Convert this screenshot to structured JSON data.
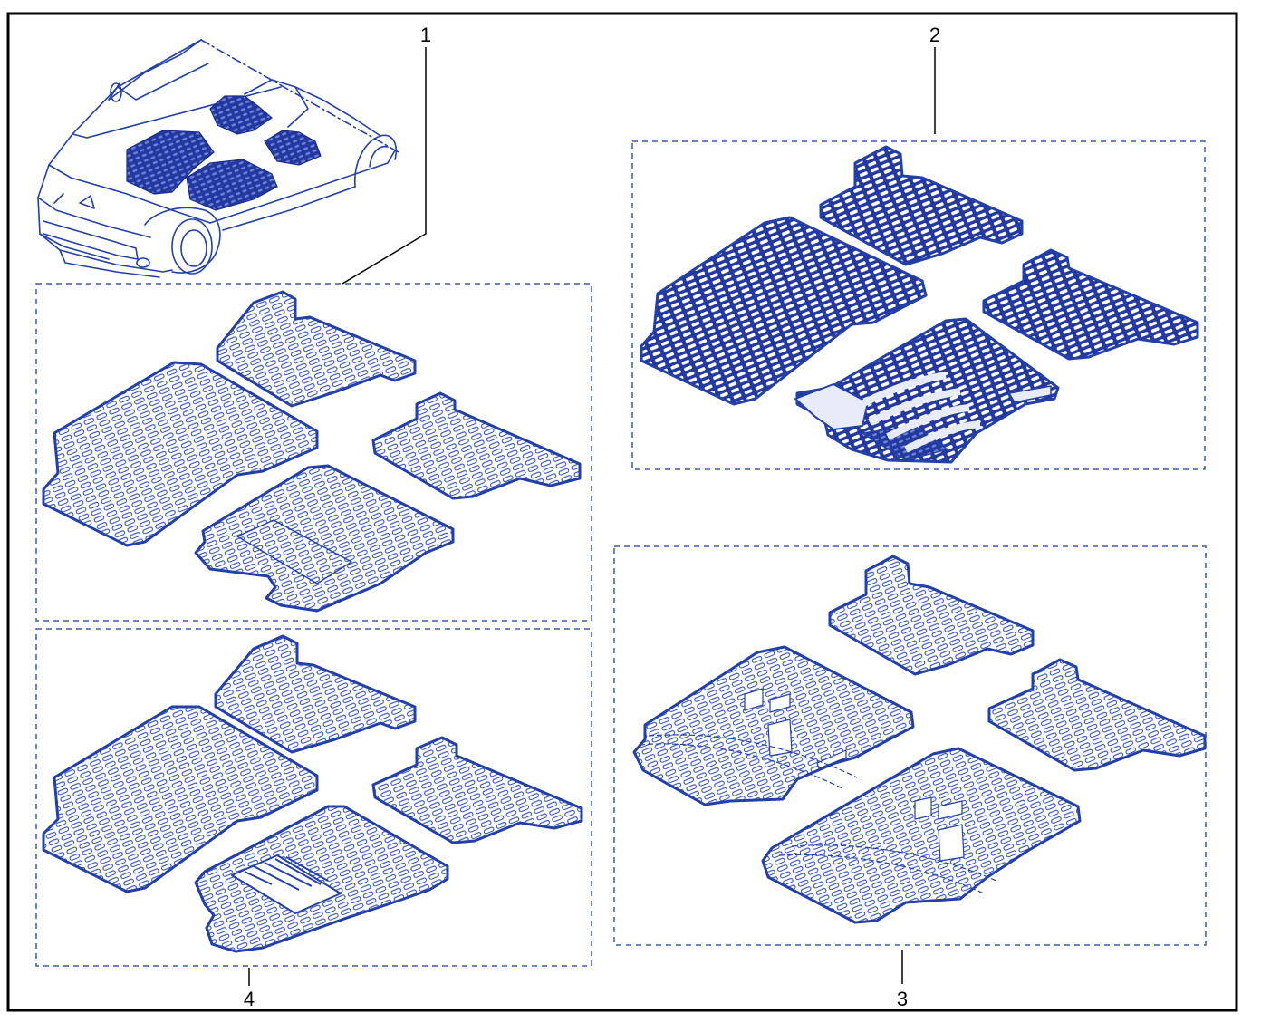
{
  "diagram": {
    "callouts": [
      {
        "id": "callout-1",
        "label": "1"
      },
      {
        "id": "callout-2",
        "label": "2"
      },
      {
        "id": "callout-3",
        "label": "3"
      },
      {
        "id": "callout-4",
        "label": "4"
      }
    ],
    "colors": {
      "line": "#2340a8",
      "fill": "#2338a0",
      "light": "#e8ecf8",
      "border": "#000000",
      "dash": "#3a5aa8"
    }
  }
}
